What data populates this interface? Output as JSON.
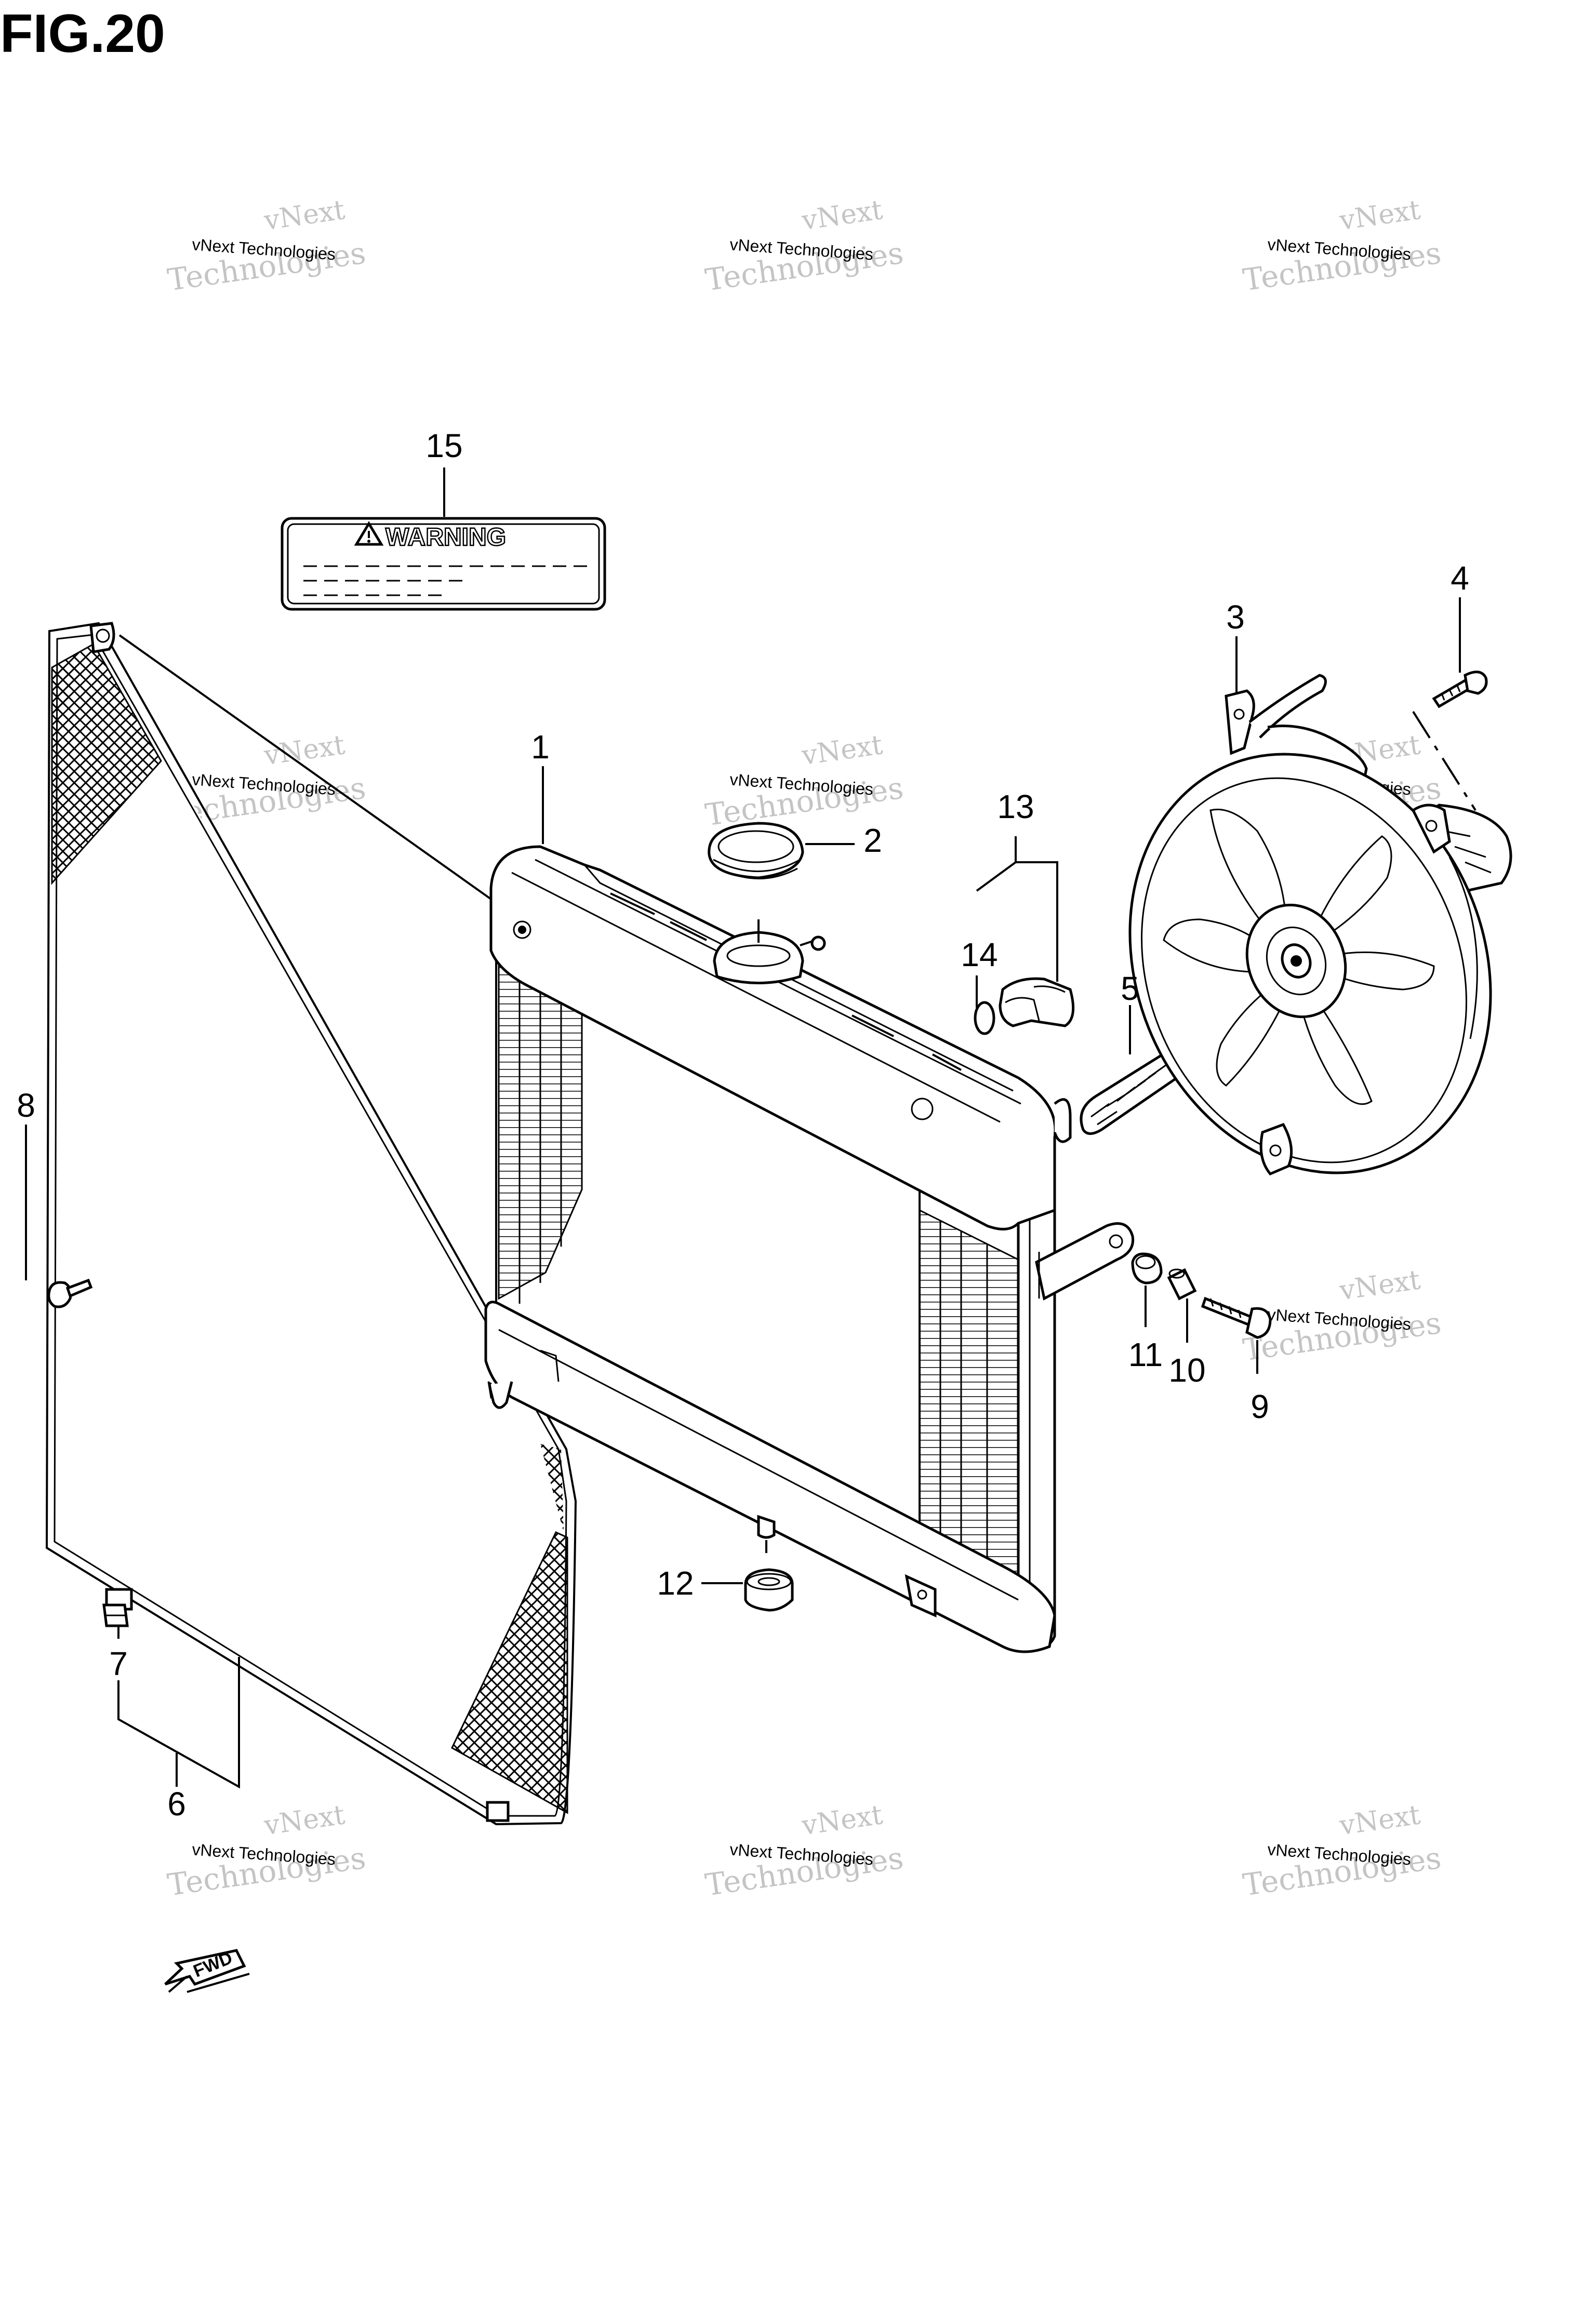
{
  "figure": {
    "title": "FIG.20"
  },
  "warning_label": {
    "text": "WARNING"
  },
  "fwd_arrow": {
    "text": "FWD"
  },
  "watermark": {
    "line1": "vNext",
    "line2": "vNext Technologies",
    "line3": "Technologies"
  },
  "callouts": [
    {
      "id": "1",
      "part": "radiator"
    },
    {
      "id": "2",
      "part": "radiator-cap"
    },
    {
      "id": "3",
      "part": "cooling-fan"
    },
    {
      "id": "4",
      "part": "fan-bolt"
    },
    {
      "id": "5",
      "part": "radiator-hose"
    },
    {
      "id": "6",
      "part": "radiator-guard"
    },
    {
      "id": "7",
      "part": "guard-clip"
    },
    {
      "id": "8",
      "part": "guard-screw"
    },
    {
      "id": "9",
      "part": "mount-bolt"
    },
    {
      "id": "10",
      "part": "collar"
    },
    {
      "id": "11",
      "part": "cushion"
    },
    {
      "id": "12",
      "part": "lower-cushion"
    },
    {
      "id": "13",
      "part": "thermo-switch"
    },
    {
      "id": "14",
      "part": "o-ring"
    },
    {
      "id": "15",
      "part": "warning-label"
    }
  ]
}
